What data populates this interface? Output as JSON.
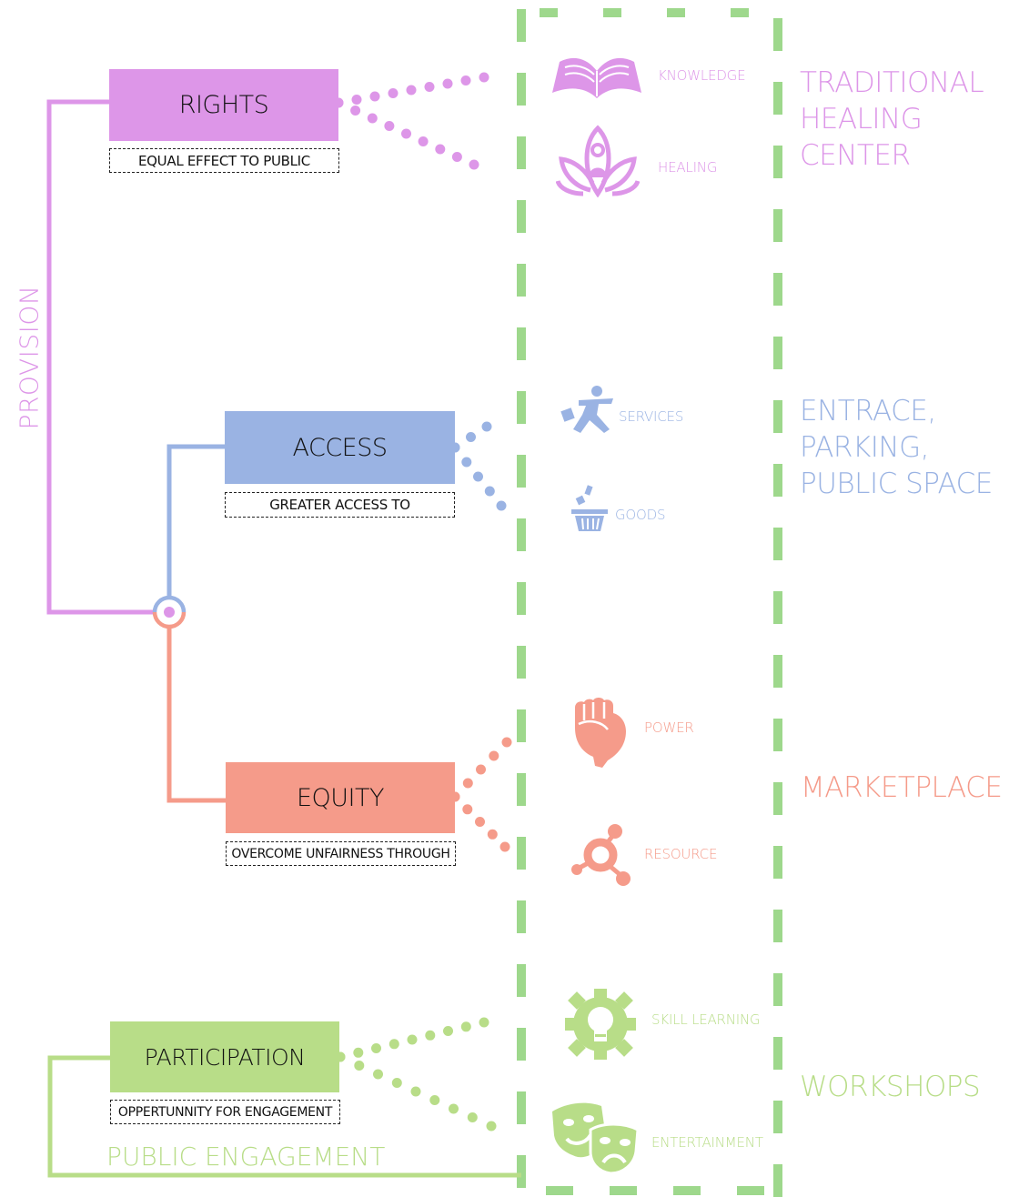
{
  "colors": {
    "pink": "#dd96e8",
    "blue": "#9ab3e3",
    "coral": "#f59b8a",
    "green": "#b8dd88",
    "frame_green": "#9ed88c"
  },
  "side_label": "PROVISION",
  "bottom_label": "PUBLIC ENGAGEMENT",
  "rights": {
    "title": "RIGHTS",
    "subtitle": "EQUAL EFFECT TO PUBLIC"
  },
  "access": {
    "title": "ACCESS",
    "subtitle": "GREATER ACCESS TO"
  },
  "equity": {
    "title": "EQUITY",
    "subtitle": "OVERCOME UNFAIRNESS THROUGH"
  },
  "participation": {
    "title": "PARTICIPATION",
    "subtitle": "OPPERTUNNITY FOR ENGAGEMENT"
  },
  "items": {
    "knowledge": {
      "label": "KNOWLEDGE",
      "icon": "open-book-icon"
    },
    "healing": {
      "label": "HEALING",
      "icon": "lotus-meditation-icon"
    },
    "services": {
      "label": "SERVICES",
      "icon": "running-person-icon"
    },
    "goods": {
      "label": "GOODS",
      "icon": "basket-icon"
    },
    "power": {
      "label": "POWER",
      "icon": "raised-fist-icon"
    },
    "resource": {
      "label": "RESOURCE",
      "icon": "network-node-icon"
    },
    "skill": {
      "label": "SKILL LEARNING",
      "icon": "gear-bulb-icon"
    },
    "entertainment": {
      "label": "ENTERTAINMENT",
      "icon": "theater-masks-icon"
    }
  },
  "categories": {
    "healing_center": [
      "TRADITIONAL",
      "HEALING",
      "CENTER"
    ],
    "entrance": [
      "ENTRACE,",
      "PARKING,",
      "PUBLIC SPACE"
    ],
    "marketplace": [
      "MARKETPLACE"
    ],
    "workshops": [
      "WORKSHOPS"
    ]
  }
}
